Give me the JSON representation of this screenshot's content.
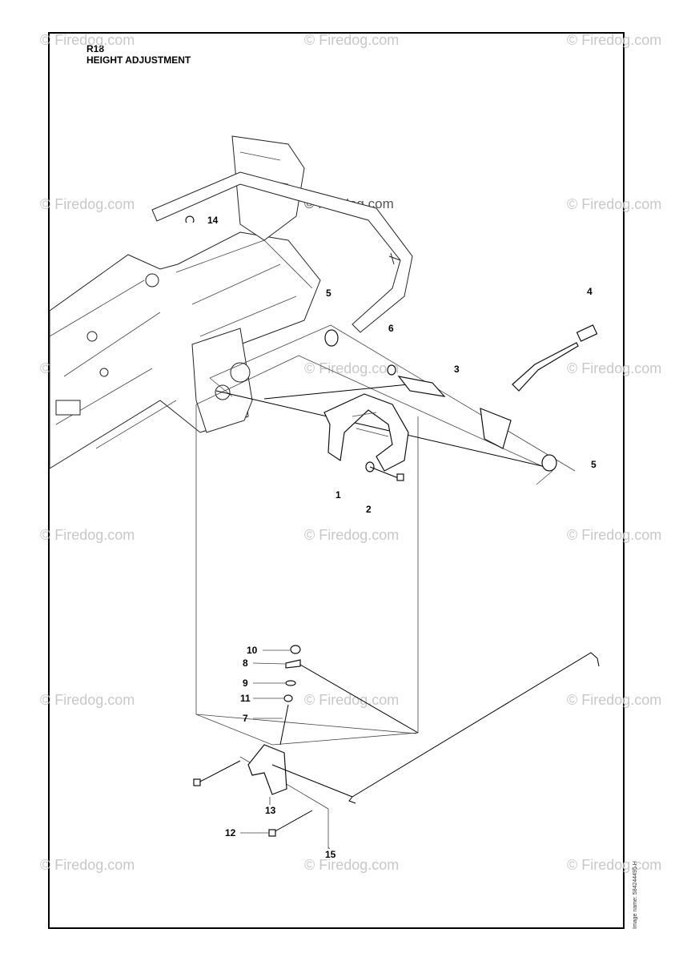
{
  "header": {
    "code": "R18",
    "title": "HEIGHT ADJUSTMENT"
  },
  "watermark": "© Firedog.com",
  "image_name": "Image name: 584244495 H",
  "callouts": [
    "1",
    "2",
    "3",
    "4",
    "5",
    "5",
    "6",
    "7",
    "8",
    "9",
    "10",
    "11",
    "12",
    "13",
    "14",
    "15"
  ]
}
